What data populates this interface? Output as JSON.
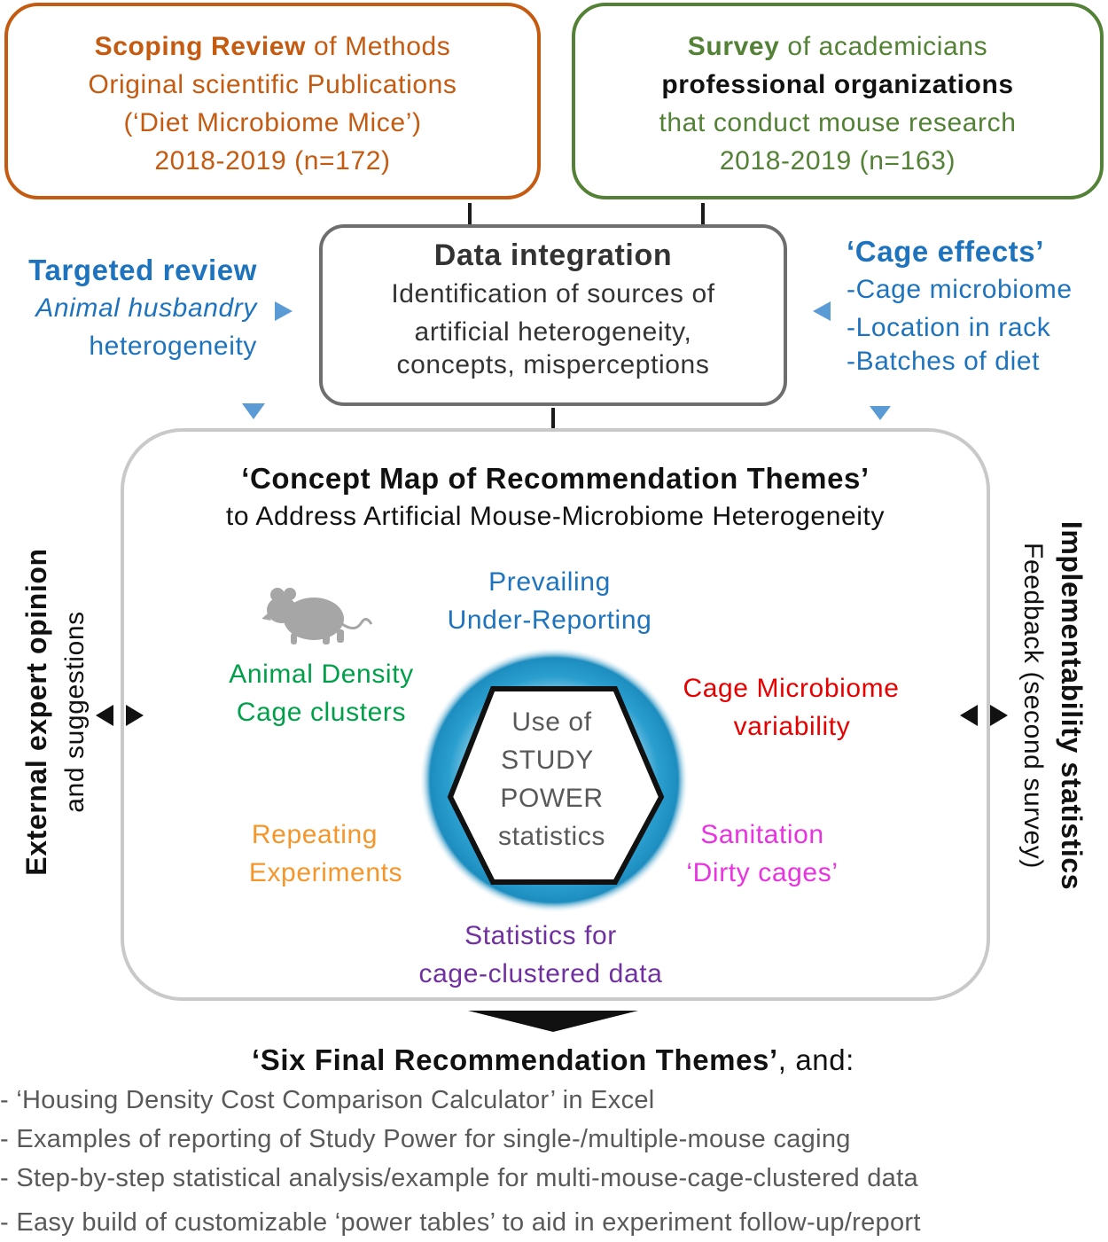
{
  "scoping": {
    "title_bold": "Scoping Review",
    "title_rest": " of Methods",
    "line2": "Original scientific Publications",
    "line3": "(‘Diet Microbiome Mice’)",
    "line4": "2018-2019 (n=172)"
  },
  "survey": {
    "title_bold": "Survey",
    "title_rest": " of academicians",
    "line2": "professional organizations",
    "line3": "that conduct mouse research",
    "line4": "2018-2019 (n=163)"
  },
  "integration": {
    "title": "Data integration",
    "line2": "Identification of sources of",
    "line3": "artificial heterogeneity,",
    "line4": "concepts, misperceptions"
  },
  "targeted": {
    "title": "Targeted review",
    "line2": "Animal husbandry",
    "line3": "heterogeneity"
  },
  "cage_effects": {
    "title": "‘Cage effects’",
    "items": [
      "-Cage microbiome",
      "-Location in rack",
      "-Batches of diet"
    ]
  },
  "concept_map": {
    "title": "‘Concept Map of Recommendation Themes’",
    "subtitle": "to Address Artificial Mouse-Microbiome Heterogeneity",
    "center": [
      "Use of",
      "STUDY",
      "POWER",
      "statistics"
    ],
    "themes": {
      "underreporting": [
        "Prevailing",
        "Under-Reporting"
      ],
      "density": [
        "Animal Density",
        "Cage clusters"
      ],
      "cage_microbiome": [
        "Cage Microbiome",
        "variability"
      ],
      "repeating": [
        "Repeating",
        "Experiments"
      ],
      "sanitation": [
        "Sanitation",
        "‘Dirty cages’"
      ],
      "statistics": [
        "Statistics for",
        "cage-clustered data"
      ]
    },
    "colors": {
      "underreporting": "#1e73be",
      "density": "#00a04a",
      "cage_microbiome": "#e60000",
      "repeating": "#f5962a",
      "sanitation": "#ea33e0",
      "statistics": "#7030a0"
    }
  },
  "left_side": {
    "bold": "External expert opinion",
    "normal": "and suggestions"
  },
  "right_side": {
    "bold": "Implementability statistics",
    "normal": "Feedback (second survey)"
  },
  "final": {
    "title_bold": "‘Six Final Recommendation Themes’",
    "title_rest": ", and:",
    "items": [
      "- ‘Housing Density Cost Comparison Calculator’ in Excel",
      "- Examples of reporting of Study Power for single-/multiple-mouse caging",
      "- Step-by-step statistical analysis/example for multi-mouse-cage-clustered data",
      "- Easy build of customizable ‘power tables’ to aid in experiment follow-up/report"
    ]
  },
  "icons": [
    "mouse-icon",
    "hexagon-icon"
  ]
}
